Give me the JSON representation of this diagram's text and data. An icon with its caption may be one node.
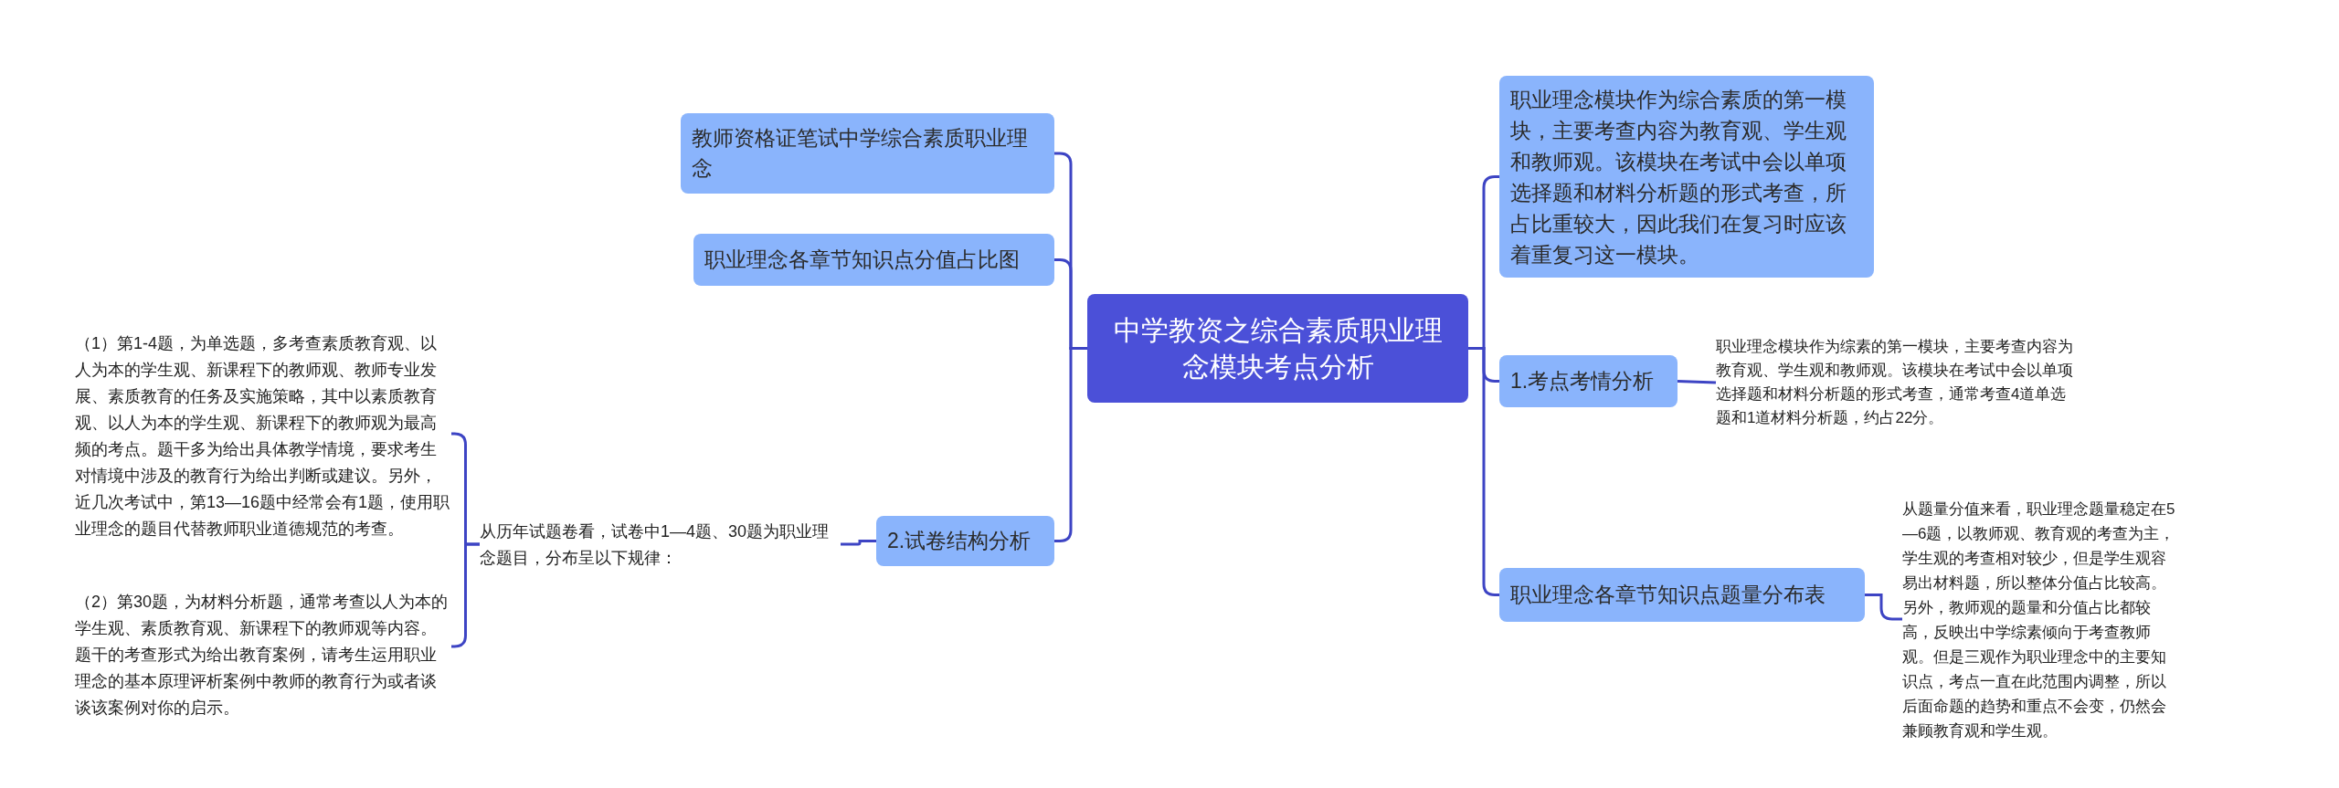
{
  "diagram": {
    "nodes": [
      {
        "text": [
          "中学教资之综合素质职业理念模块考点分析"
        ]
      },
      {
        "text": [
          "教师资格证笔试中学综合素质职业理念"
        ]
      },
      {
        "text": [
          "职业理念各章节知识点分值占比图"
        ]
      },
      {
        "text": [
          "2.试卷结构分析"
        ]
      },
      {
        "text": [
          "从历年试题卷看，试卷中1—4题、30题为职业理念题目，分布呈以下规律："
        ]
      },
      {
        "text": [
          "（1）第1-4题，为单选题，多考查素质教育观、以人为本的学生观、新课程下的教师观、教师专业发展、素质教育的任务及实施策略，其中以素质教育观、以人为本的学生观、新课程下的教师观为最高频的考点。题干多为给出具体教学情境，要求考生对情境中涉及的教育行为给出判断或建议。另外，近几次考试中，第13—16题中经常会有1题，使用职业理念的题目代替教师职业道德规范的考查。"
        ]
      },
      {
        "text": [
          "（2）第30题，为材料分析题，通常考查以人为本的学生观、素质教育观、新课程下的教师观等内容。题干的考查形式为给出教育案例，请考生运用职业理念的基本原理评析案例中教师的教育行为或者谈谈该案例对你的启示。"
        ]
      },
      {
        "text": [
          "职业理念模块作为综合素质的第一模块，主要考查内容为教育观、学生观和教师观。该模块在考试中会以单项选择题和材料分析题的形式考查，所占比重较大，因此我们在复习时应该着重复习这一模块。"
        ]
      },
      {
        "text": [
          "1.考点考情分析"
        ]
      },
      {
        "text": [
          "职业理念模块作为综素的第一模块，主要考查内容为教育观、学生观和教师观。该模块在考试中会以单项选择题和材料分析题的形式考查，通常考查4道单选题和1道材料分析题，约占22分。"
        ]
      },
      {
        "text": [
          "职业理念各章节知识点题量分布表"
        ]
      },
      {
        "text": [
          "从题量分值来看，职业理念题量稳定在5—6题，以教师观、教育观的考查为主，学生观的考查相对较少，但是学生观容易出材料题，所以整体分值占比较高。另外，教师观的题量和分值占比都较高，反映出中学综素倾向于考查教师观。但是三观作为职业理念中的主要知识点，考点一直在此范围内调整，所以后面命题的趋势和重点不会变，仍然会兼顾教育观和学生观。"
        ]
      }
    ],
    "edges": [
      {
        "from": 0,
        "to": 1,
        "arrow": "none"
      },
      {
        "from": 0,
        "to": 2,
        "arrow": "none"
      },
      {
        "from": 0,
        "to": 3,
        "arrow": "none"
      },
      {
        "from": 3,
        "to": 4,
        "arrow": "none"
      },
      {
        "from": 4,
        "to": 5,
        "arrow": "none"
      },
      {
        "from": 4,
        "to": 6,
        "arrow": "none"
      },
      {
        "from": 0,
        "to": 7,
        "arrow": "none"
      },
      {
        "from": 0,
        "to": 8,
        "arrow": "none"
      },
      {
        "from": 8,
        "to": 9,
        "arrow": "none"
      },
      {
        "from": 0,
        "to": 10,
        "arrow": "none"
      },
      {
        "from": 10,
        "to": 11,
        "arrow": "none"
      }
    ]
  }
}
